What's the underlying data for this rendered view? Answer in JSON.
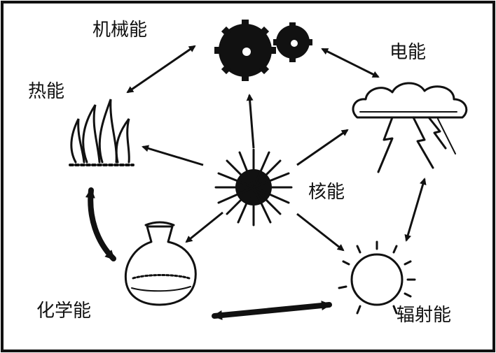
{
  "diagram": {
    "nodes": {
      "mechanical": {
        "label": "机械能",
        "icon": "gears-icon"
      },
      "electrical": {
        "label": "电能",
        "icon": "lightning-cloud-icon"
      },
      "heat": {
        "label": "热能",
        "icon": "flame-icon"
      },
      "nuclear": {
        "label": "核能",
        "icon": "atom-burst-icon"
      },
      "chemical": {
        "label": "化学能",
        "icon": "flask-icon"
      },
      "radiant": {
        "label": "辐射能",
        "icon": "sun-icon"
      }
    },
    "edges": [
      {
        "from": "nuclear",
        "to": "mechanical",
        "direction": "one-way"
      },
      {
        "from": "nuclear",
        "to": "heat",
        "direction": "one-way"
      },
      {
        "from": "nuclear",
        "to": "electrical",
        "direction": "one-way"
      },
      {
        "from": "nuclear",
        "to": "chemical",
        "direction": "one-way"
      },
      {
        "from": "nuclear",
        "to": "radiant",
        "direction": "one-way"
      },
      {
        "from": "heat",
        "to": "mechanical",
        "direction": "two-way"
      },
      {
        "from": "mechanical",
        "to": "electrical",
        "direction": "two-way"
      },
      {
        "from": "electrical",
        "to": "radiant",
        "direction": "two-way"
      },
      {
        "from": "heat",
        "to": "chemical",
        "direction": "two-way"
      },
      {
        "from": "chemical",
        "to": "radiant",
        "direction": "two-way"
      }
    ]
  }
}
